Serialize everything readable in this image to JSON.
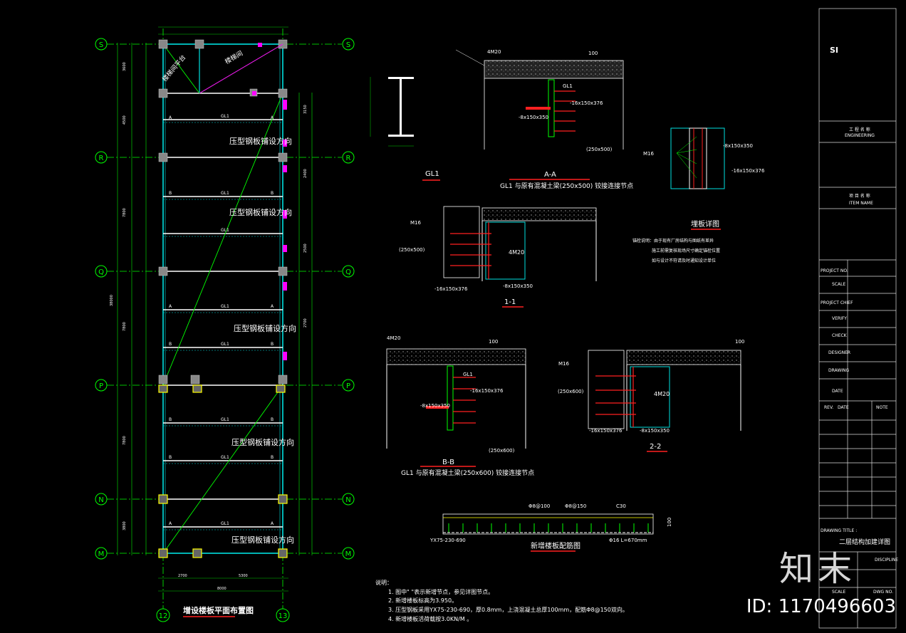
{
  "axes": {
    "rows": [
      "S",
      "R",
      "Q",
      "P",
      "N",
      "M"
    ],
    "cols": [
      "12",
      "13"
    ],
    "dims_left": [
      "3600",
      "4500",
      "7800",
      "38000",
      "7800",
      "7800",
      "3800"
    ],
    "dims_right": [
      "3150",
      "2400",
      "2500",
      "2700"
    ],
    "dims_bottom": [
      "2700",
      "5300",
      "8000"
    ]
  },
  "plan": {
    "title": "增设楼板平面布置图",
    "deck_label": "压型钢板铺设方向",
    "beam_label": "GL1",
    "section_a": "A",
    "section_b": "B",
    "stair_text": "楼梯间",
    "stair_text2": "楼梯间平台"
  },
  "details": {
    "gl1_title": "GL1",
    "aa_title": "A-A",
    "aa_sub": "GL1 与原有混凝土梁(250x500) 铰接连接节点",
    "bb_title": "B-B",
    "bb_sub": "GL1 与原有混凝土梁(250x600) 铰接连接节点",
    "s11_title": "1-1",
    "s22_title": "2-2",
    "plate_title": "埋板详图",
    "slab_title": "新增楼板配筋图",
    "anchor_4m20": "4M20",
    "plate1": "-16x150x376",
    "plate2": "-8x150x350",
    "beam250500": "(250x500)",
    "beam250600": "(250x600)",
    "m16": "M16",
    "slab_top": "100",
    "c30": "C30",
    "rebar1": "Φ8@100",
    "rebar2": "Φ8@150",
    "deck_spec": "YX75-230-690",
    "rebar3": "Φ16 L=670mm"
  },
  "plate_note": [
    "锚栓说明：由于现有厂房结构与图纸有差异",
    "施工前需复核现场尺寸确定锚栓位置",
    "如与设计不符请及时通知设计单位"
  ],
  "notes": {
    "heading": "说明：",
    "items": [
      "1. 图中\" \"表示新增节点，参见详图节点。",
      "2. 新增楼板标高为3.950。",
      "3. 压型钢板采用YX75-230-690，厚0.8mm，上浇混凝土总厚100mm，配筋Φ8@150双向。",
      "4. 新增楼板活荷载按3.0KN/M 。"
    ]
  },
  "title_block": {
    "logo": "SI",
    "eng_cn": "工 程 名 称",
    "eng_en": "ENGINEERING",
    "item_cn": "项 目 名 称",
    "item_en": "ITEM NAME",
    "project_no": "PROJECT NO.",
    "scale": "SCALE",
    "project_chief": "PROJECT CHIEF",
    "verify": "VERIFY",
    "check": "CHECK",
    "designer": "DESIGNER",
    "drawing": "DRAWING",
    "date": "DATE",
    "rev": "REV.",
    "date2": "DATE",
    "note": "NOTE",
    "drawing_title_label": "DRAWING TITLE :",
    "drawing_title": "二层结构加建详图",
    "discipline": "DISCIPLINE",
    "scale2": "SCALE",
    "dwg_no": "DWG NO."
  },
  "overlay": {
    "brand": "知末",
    "image_id": "ID: 1170496603"
  },
  "colors": {
    "grid": "#00ff00",
    "beam": "#ffffff",
    "cyan": "#00e0e0",
    "magenta": "#ff00ff",
    "red": "#ff2020",
    "yellow": "#ffff00"
  }
}
